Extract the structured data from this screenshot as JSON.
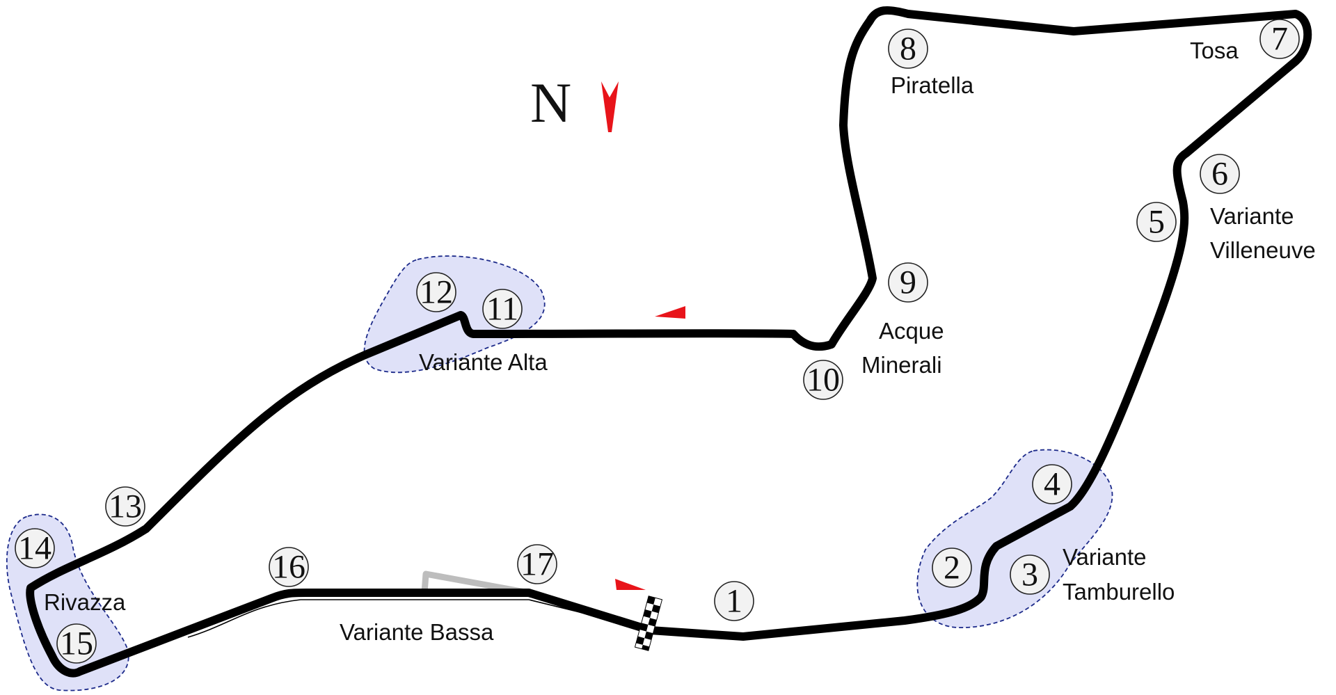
{
  "compass": {
    "label": "N",
    "icon": "north-arrow-icon",
    "color": "#e8141a"
  },
  "colors": {
    "track": "#000000",
    "zone_fill": "#dfe1f8",
    "zone_border": "#1c2a8a",
    "arrow": "#e8141a",
    "disused_track": "#bdbdbd"
  },
  "corners": [
    {
      "number": "1"
    },
    {
      "number": "2"
    },
    {
      "number": "3"
    },
    {
      "number": "4"
    },
    {
      "number": "5"
    },
    {
      "number": "6"
    },
    {
      "number": "7"
    },
    {
      "number": "8"
    },
    {
      "number": "9"
    },
    {
      "number": "10"
    },
    {
      "number": "11"
    },
    {
      "number": "12"
    },
    {
      "number": "13"
    },
    {
      "number": "14"
    },
    {
      "number": "15"
    },
    {
      "number": "16"
    },
    {
      "number": "17"
    }
  ],
  "corner_names": {
    "tosa": "Tosa",
    "piratella": "Piratella",
    "villeneuve_1": "Variante",
    "villeneuve_2": "Villeneuve",
    "acque_1": "Acque",
    "acque_2": "Minerali",
    "alta": "Variante Alta",
    "tamburello_1": "Variante",
    "tamburello_2": "Tamburello",
    "rivazza": "Rivazza",
    "bassa": "Variante Bassa"
  }
}
